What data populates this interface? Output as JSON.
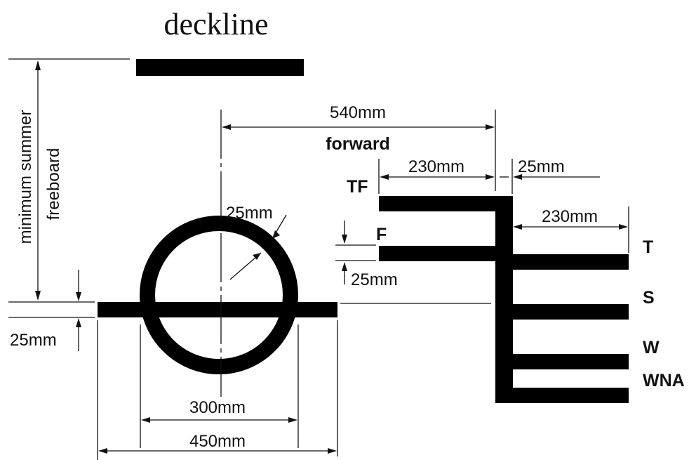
{
  "title": "deckline",
  "labels": {
    "freeboard_line1": "minimum summer",
    "freeboard_line2": "freeboard",
    "disc_thickness": "25mm",
    "line_thickness_left": "25mm",
    "disc_diameter": "300mm",
    "line_length": "450mm",
    "distance_to_marks": "540mm",
    "forward": "forward",
    "tf_length": "230mm",
    "vertical_gap": "25mm",
    "mark_length": "230mm",
    "mark_thickness": "25mm"
  },
  "marks": {
    "tf": "TF",
    "f": "F",
    "t": "T",
    "s": "S",
    "w": "W",
    "wna": "WNA"
  }
}
